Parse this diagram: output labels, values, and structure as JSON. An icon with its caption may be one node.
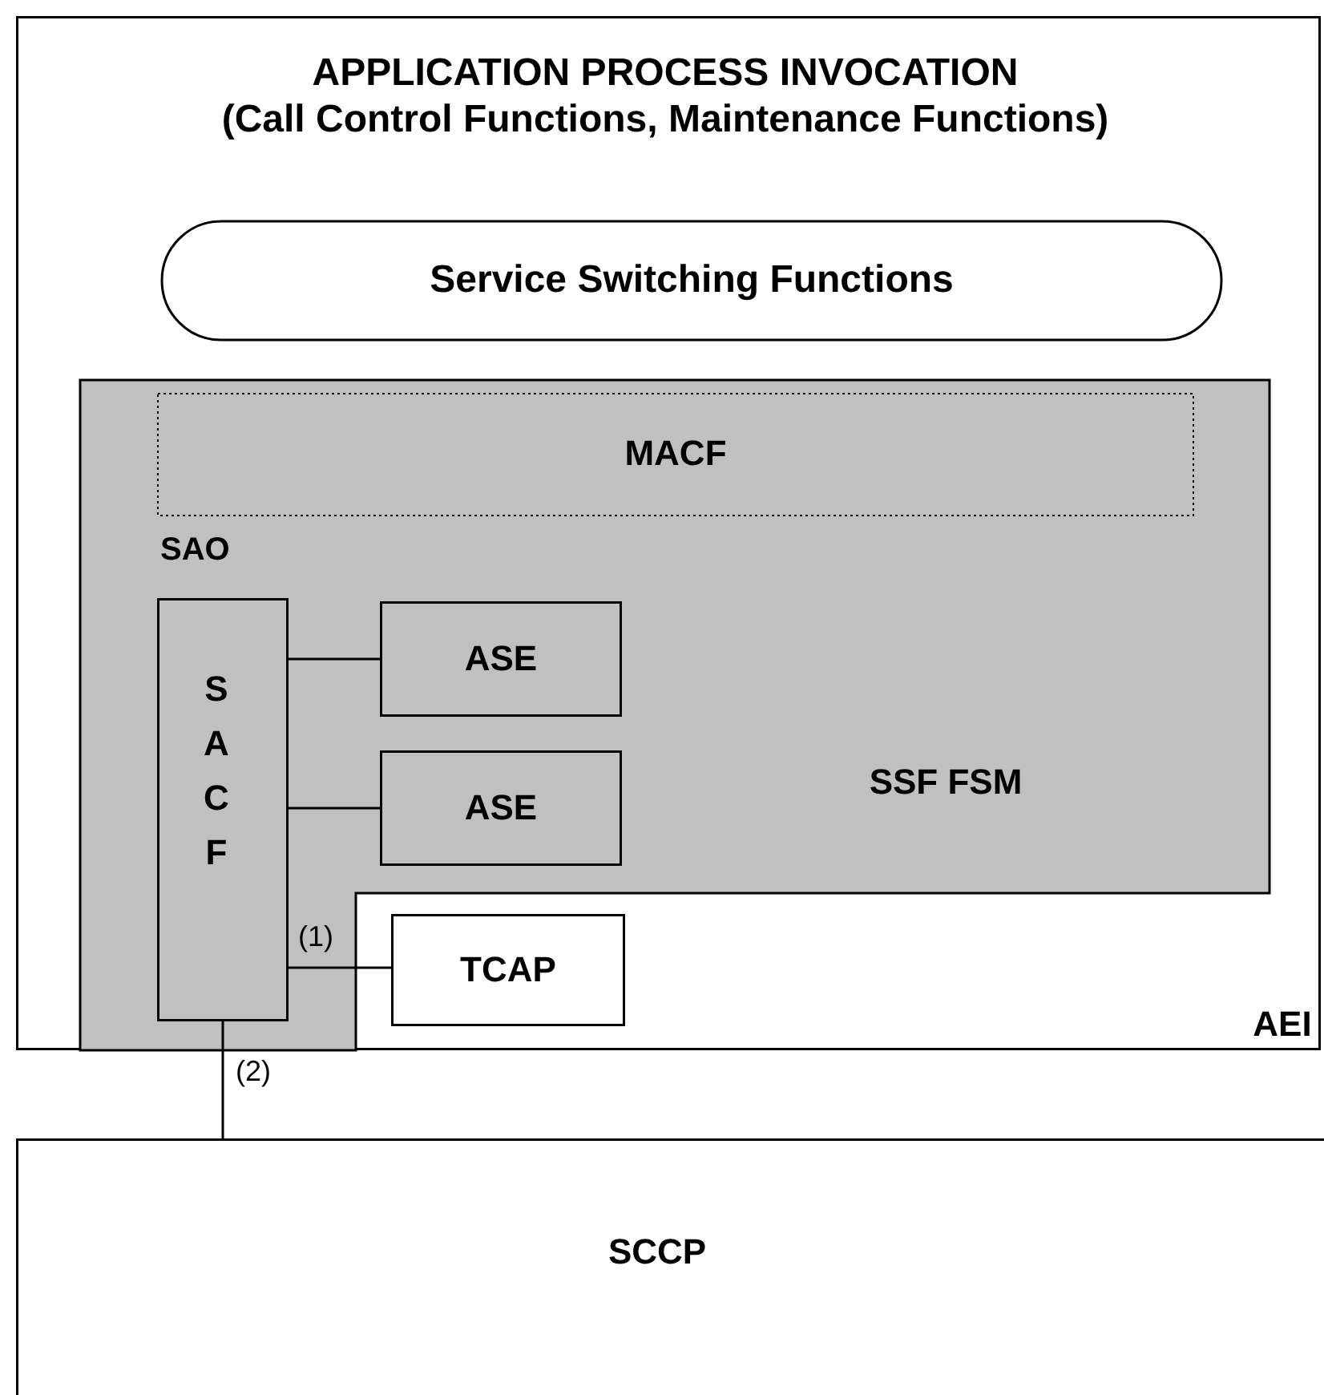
{
  "diagram": {
    "nodes": [
      {
        "text": [
          "APPLICATION PROCESS INVOCATION (Call Control Functions, Maintenance Functions)",
          "AEI"
        ]
      },
      {
        "text": [
          "Service Switching Functions"
        ],
        "in": 0
      },
      {
        "text": [
          "SSF FSM"
        ],
        "in": 0
      },
      {
        "text": [
          "MACF"
        ],
        "in": 2
      },
      {
        "text": [
          "SAO",
          "S A C F"
        ],
        "in": 2
      },
      {
        "text": [
          "ASE"
        ],
        "in": 2
      },
      {
        "text": [
          "ASE"
        ],
        "in": 2
      },
      {
        "text": [
          "TCAP"
        ],
        "in": 0
      },
      {
        "text": [
          "SCCP"
        ]
      }
    ],
    "edges": [
      {
        "from": 4,
        "to": 5,
        "arrow": "none"
      },
      {
        "from": 4,
        "to": 6,
        "arrow": "none"
      },
      {
        "from": 4,
        "to": 7,
        "label": "(1)",
        "arrow": "none"
      },
      {
        "from": 4,
        "to": 8,
        "label": "(2)",
        "arrow": "none"
      }
    ]
  }
}
